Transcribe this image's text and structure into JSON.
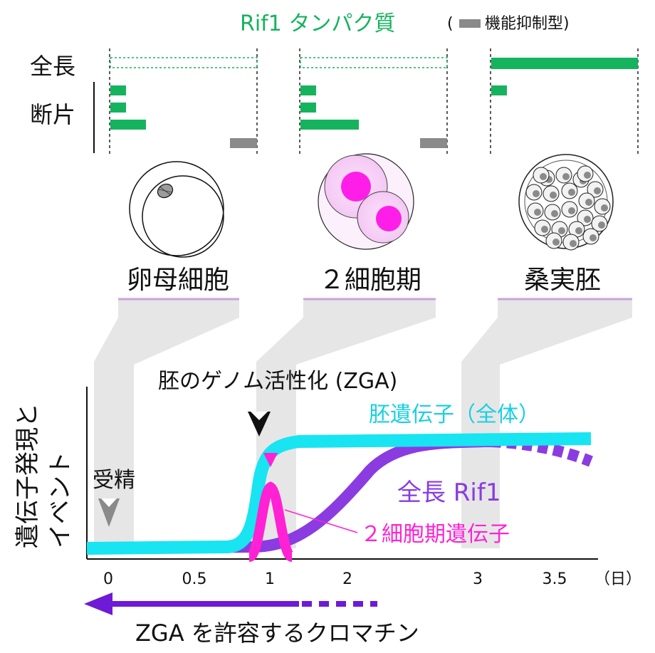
{
  "colors": {
    "green": "#16b35e",
    "cyan": "#18e4f2",
    "magenta": "#ff22d4",
    "purple": "#8a3ce0",
    "deep_purple": "#6e1ad6",
    "grey": "#8a8a8a",
    "band": "#e6e6e6",
    "stage_line": "#c9a4d8"
  },
  "protein": {
    "title": "Rif1 タンパク質",
    "legend_open": "(",
    "legend_label": "機能抑制型)",
    "row_full": "全長",
    "row_fragment": "断片"
  },
  "stages": {
    "oocyte": "卵母細胞",
    "two_cell": "２細胞期",
    "morula": "桑実胚"
  },
  "chart": {
    "ylabel_line1": "遺伝子発現と",
    "ylabel_line2": "イベント",
    "zga_label": "胚のゲノム活性化 (ZGA)",
    "embryo_genes_label": "胚遺伝子（全体）",
    "full_rif1_label": "全長 Rif1",
    "two_cell_genes_label": "２細胞期遺伝子",
    "fertilization_label": "受精",
    "x_ticks": [
      "0",
      "0.5",
      "1",
      "2",
      "3",
      "3.5"
    ],
    "x_unit": "（日）",
    "chromatin_label": "ZGA を許容するクロマチン"
  }
}
